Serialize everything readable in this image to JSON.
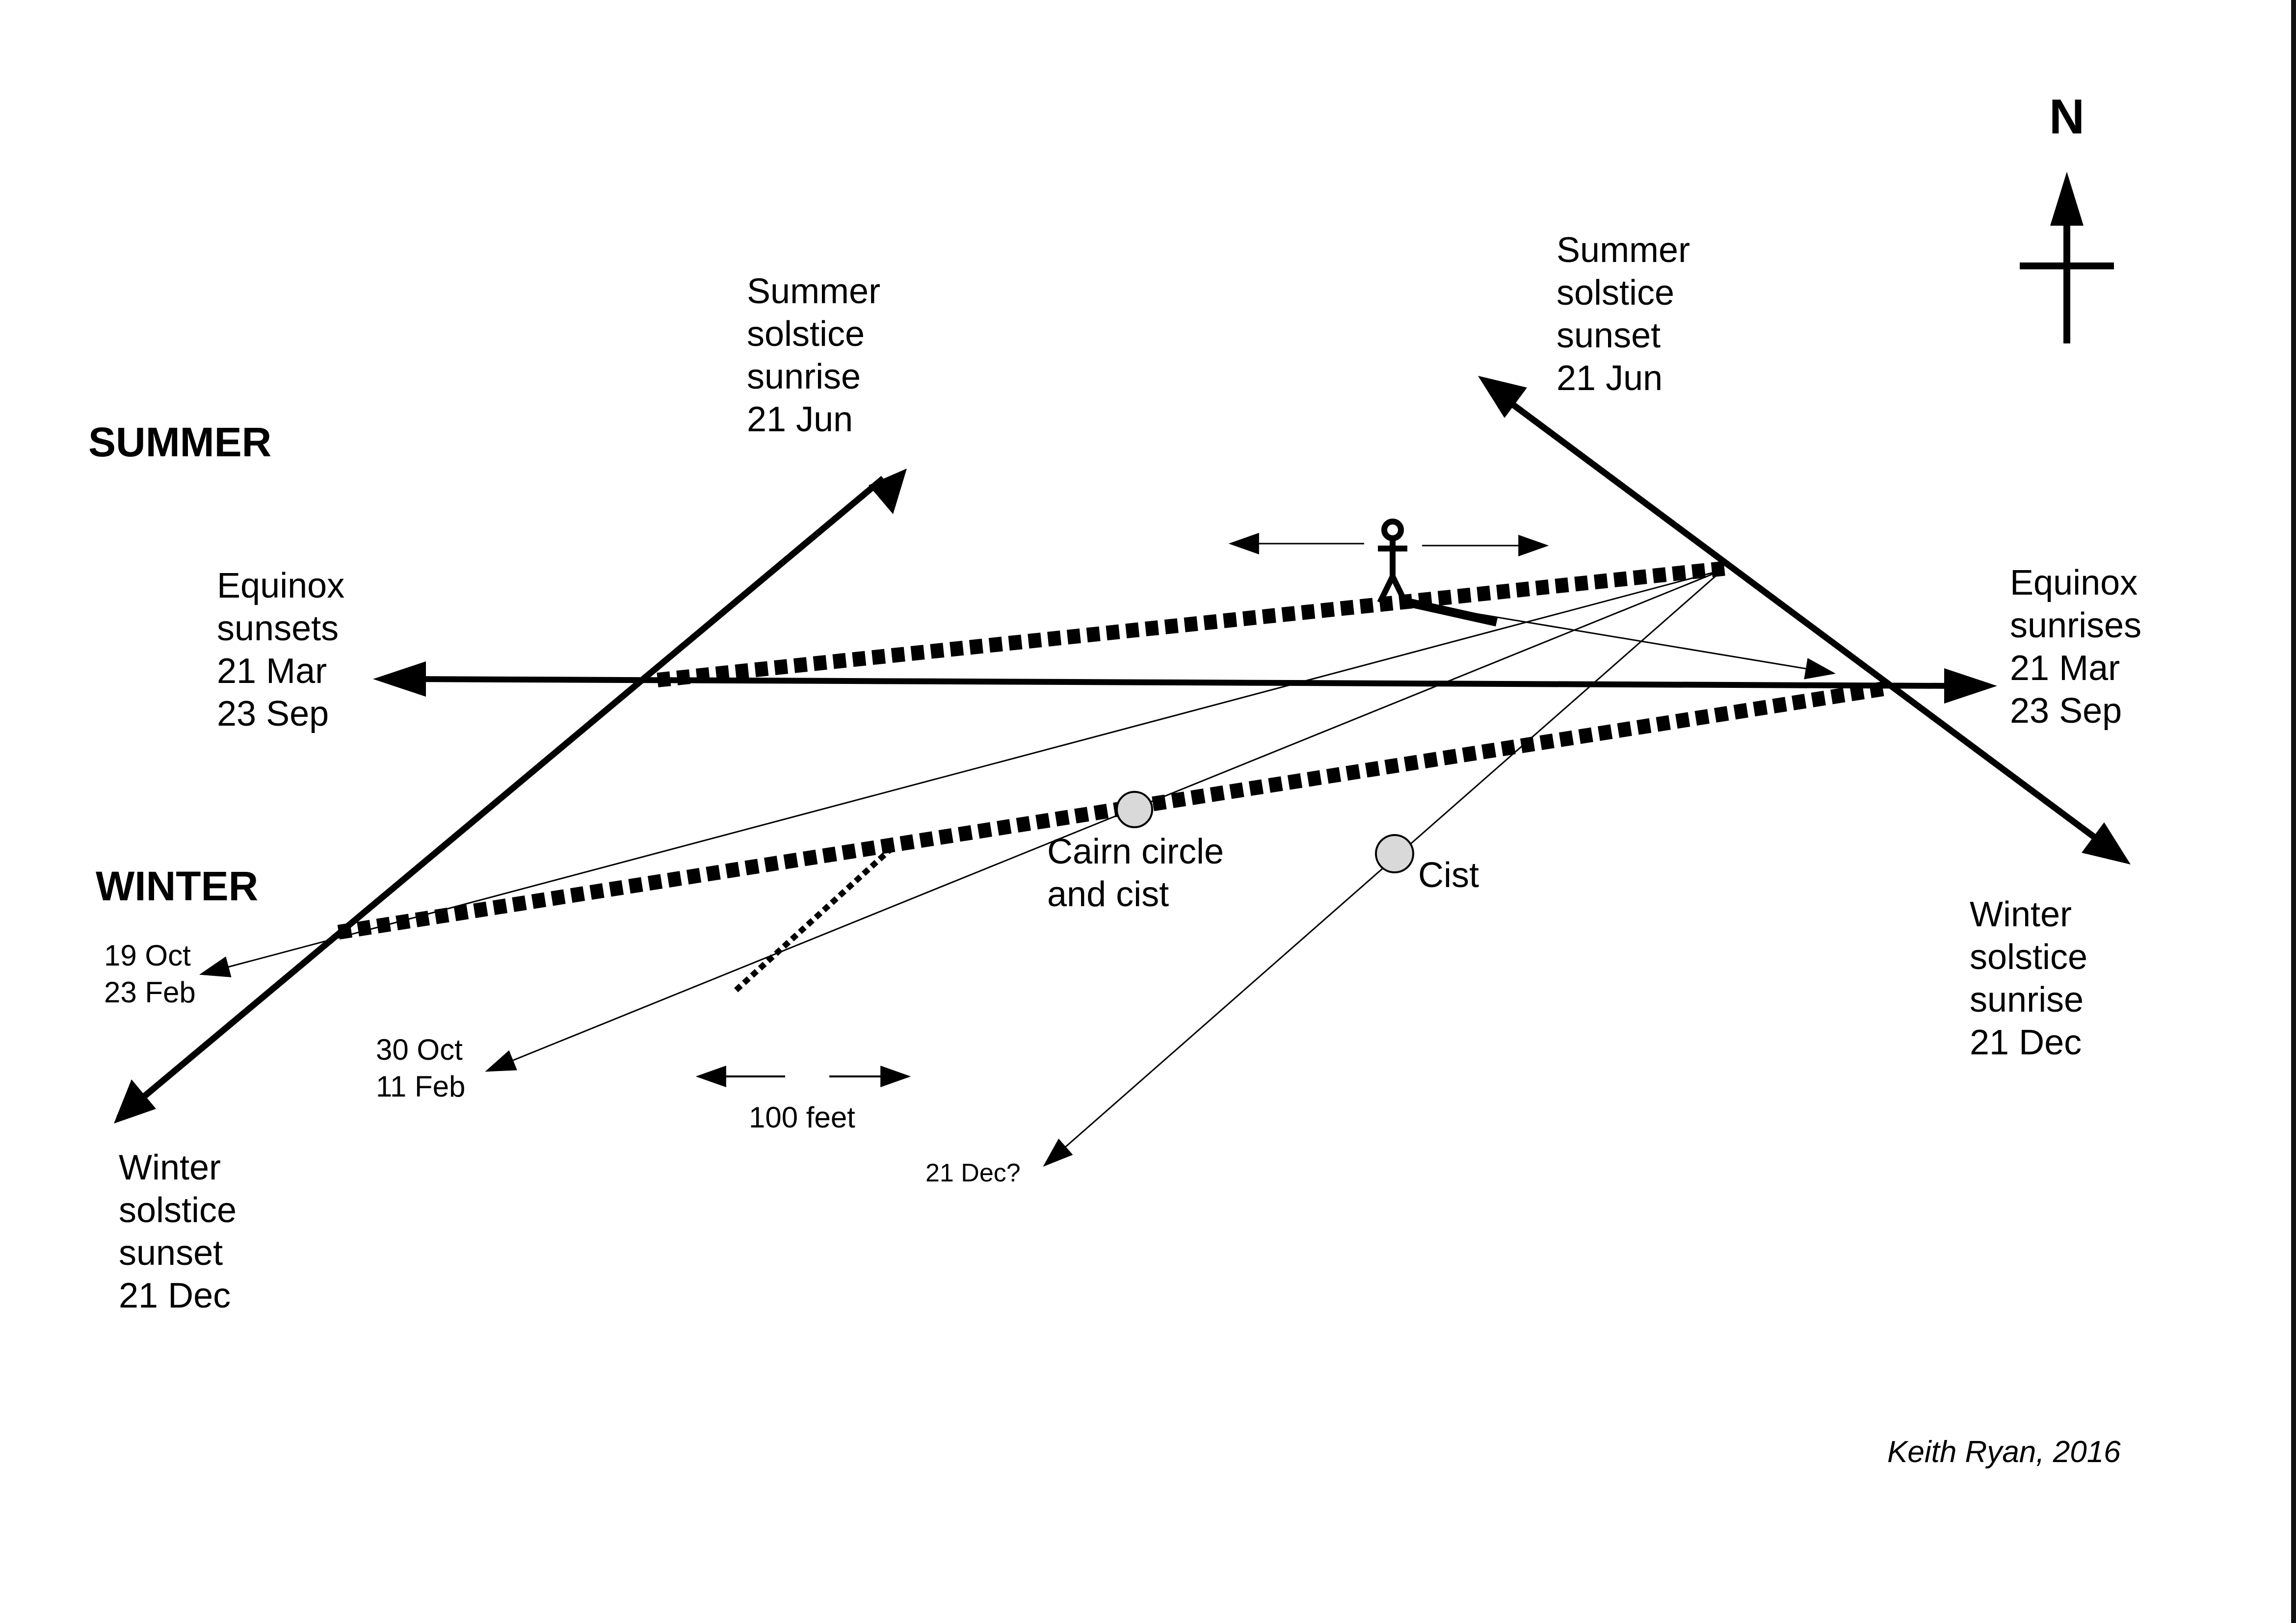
{
  "labels": {
    "north": "N",
    "summer": "SUMMER",
    "winter": "WINTER",
    "summer_sunrise": [
      "Summer",
      "solstice",
      "sunrise",
      "21 Jun"
    ],
    "summer_sunset": [
      "Summer",
      "solstice",
      "sunset",
      "21 Jun"
    ],
    "equinox_sunsets": [
      "Equinox",
      "sunsets",
      "21 Mar",
      "23 Sep"
    ],
    "equinox_sunrises": [
      "Equinox",
      "sunrises",
      "21 Mar",
      "23 Sep"
    ],
    "winter_sunset": [
      "Winter",
      "solstice",
      "sunset",
      "21 Dec"
    ],
    "winter_sunrise": [
      "Winter",
      "solstice",
      "sunrise",
      "21 Dec"
    ],
    "date_oct19": [
      "19 Oct",
      "23 Feb"
    ],
    "date_oct30": [
      "30 Oct",
      "11 Feb"
    ],
    "date_dec21": "21 Dec?",
    "cairn": [
      "Cairn circle",
      "and cist"
    ],
    "cist": "Cist",
    "scale": "100 feet",
    "credit": "Keith Ryan, 2016"
  },
  "colors": {
    "ink": "#000000",
    "marker_fill": "#d9d9d9",
    "background": "#ffffff"
  },
  "icons": {
    "north_arrow": "north-arrow-icon",
    "observer": "stick-figure-icon"
  }
}
